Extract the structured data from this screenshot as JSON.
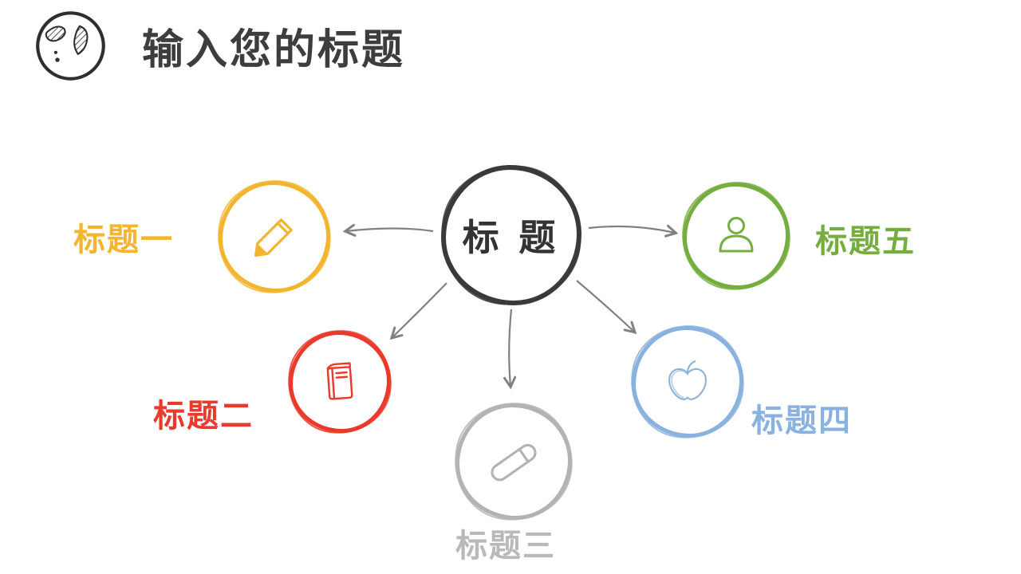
{
  "slide": {
    "title": "输入您的标题",
    "header_icon": "globe-icon",
    "center": {
      "label": "标 题",
      "color": "#3a3a3a"
    },
    "arrow_color": "#808080",
    "nodes": [
      {
        "label": "标题一",
        "color": "#f3b52f",
        "icon": "pencil-icon",
        "position": "left"
      },
      {
        "label": "标题二",
        "color": "#e93a2c",
        "icon": "book-icon",
        "position": "bottom-left"
      },
      {
        "label": "标题三",
        "color": "#b3b3b3",
        "icon": "eraser-icon",
        "position": "bottom-center"
      },
      {
        "label": "标题四",
        "color": "#8ab2de",
        "icon": "apple-icon",
        "position": "bottom-right"
      },
      {
        "label": "标题五",
        "color": "#75ae3f",
        "icon": "person-icon",
        "position": "right"
      }
    ]
  }
}
